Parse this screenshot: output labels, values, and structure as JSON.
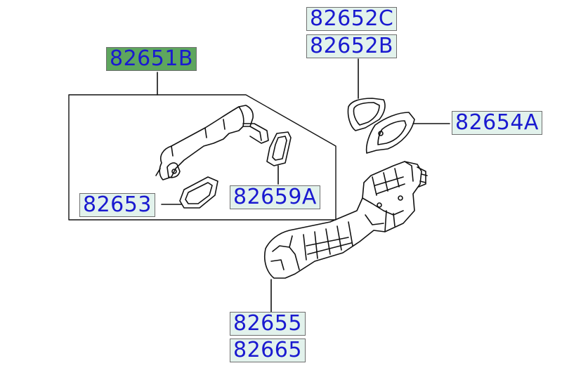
{
  "diagram": {
    "highlight_color": "#5ea65e",
    "label_color": "#1a1ad0",
    "label_background": "#e2f2ec",
    "parts": [
      {
        "id": "82651B",
        "label": "82651B",
        "selected": true
      },
      {
        "id": "82652C",
        "label": "82652C",
        "selected": false
      },
      {
        "id": "82652B",
        "label": "82652B",
        "selected": false
      },
      {
        "id": "82654A",
        "label": "82654A",
        "selected": false
      },
      {
        "id": "82653",
        "label": "82653",
        "selected": false
      },
      {
        "id": "82659A",
        "label": "82659A",
        "selected": false
      },
      {
        "id": "82655",
        "label": "82655",
        "selected": false
      },
      {
        "id": "82665",
        "label": "82665",
        "selected": false
      }
    ]
  }
}
